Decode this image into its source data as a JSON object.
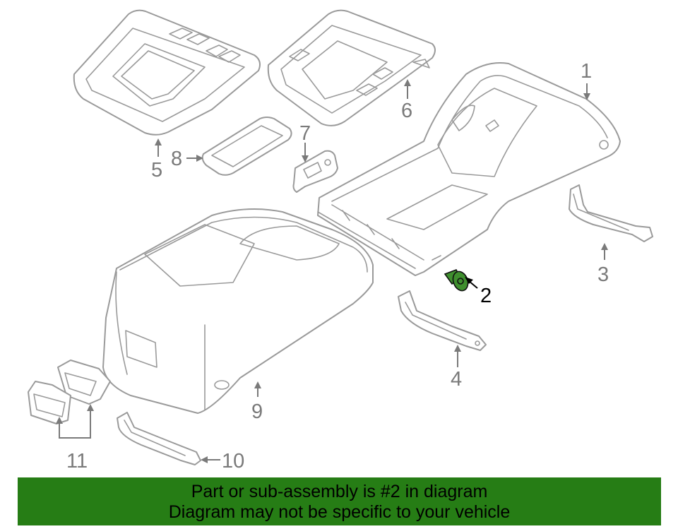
{
  "diagram": {
    "callouts": [
      {
        "id": "1",
        "label": "1"
      },
      {
        "id": "2",
        "label": "2",
        "highlighted": true
      },
      {
        "id": "3",
        "label": "3"
      },
      {
        "id": "4",
        "label": "4"
      },
      {
        "id": "5",
        "label": "5"
      },
      {
        "id": "6",
        "label": "6"
      },
      {
        "id": "7",
        "label": "7"
      },
      {
        "id": "8",
        "label": "8"
      },
      {
        "id": "9",
        "label": "9"
      },
      {
        "id": "10",
        "label": "10"
      },
      {
        "id": "11",
        "label": "11"
      }
    ],
    "highlight_color": "#3f8f2e",
    "line_color": "#9a9a9a"
  },
  "banner": {
    "line1": "Part or sub-assembly is #2 in diagram",
    "line2": "Diagram may not be specific to your vehicle",
    "background": "#267d15"
  }
}
